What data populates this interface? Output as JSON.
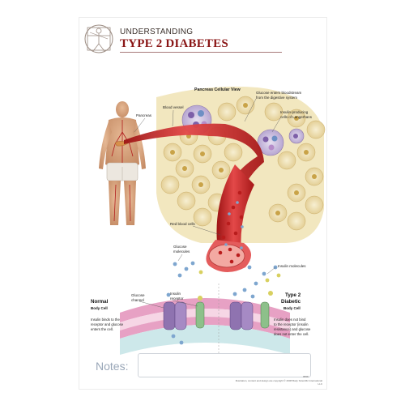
{
  "header": {
    "kicker": "UNDERSTANDING",
    "title": "TYPE 2 DIABETES"
  },
  "figure_labels": {
    "pancreas_cellular_view": "Pancreas Cellular View",
    "pancreas": "Pancreas",
    "blood_vessel": "Blood vessel",
    "glucose_enters_1": "Glucose enters bloodstream",
    "glucose_enters_2": "from the digestive system",
    "insulin_cells_1": "Insulin-producing",
    "insulin_cells_2": "cells of Langerhans",
    "red_blood_cells": "Red blood cells",
    "glucose_molecules_1": "Glucose",
    "glucose_molecules_2": "molecules",
    "insulin_molecules": "Insulin molecules",
    "glucose_channel_1": "Glucose",
    "glucose_channel_2": "channel",
    "insulin_receptor_1": "Insulin",
    "insulin_receptor_2": "receptor"
  },
  "normal_panel": {
    "title": "Normal",
    "subtitle": "Body Cell",
    "desc_1": "Insulin binds to the",
    "desc_2": "receptor and glucose",
    "desc_3": "enters the cell."
  },
  "diabetic_panel": {
    "title_1": "Type 2",
    "title_2": "Diabetic",
    "subtitle": "Body Cell",
    "desc_1": "Insulin does not bind",
    "desc_2": "to the receptor (insulin",
    "desc_3": "resistance) and glucose",
    "desc_4": "does not enter the cell."
  },
  "notes": {
    "label": "Notes:"
  },
  "footer": {
    "code": "9558",
    "credit": "Illustration, content and design are copyright © 2008 Body Scientific International LLC"
  },
  "colors": {
    "title_red": "#8a1616",
    "blood_red": "#c8201f",
    "tissue_yellow": "#ecdca6",
    "glucose_blue": "#7ea6cf",
    "insulin_yellow": "#d8d060",
    "channel_purple": "#8f73b0",
    "receptor_green": "#8dc08a",
    "membrane_pink": "#e7a1c4"
  }
}
